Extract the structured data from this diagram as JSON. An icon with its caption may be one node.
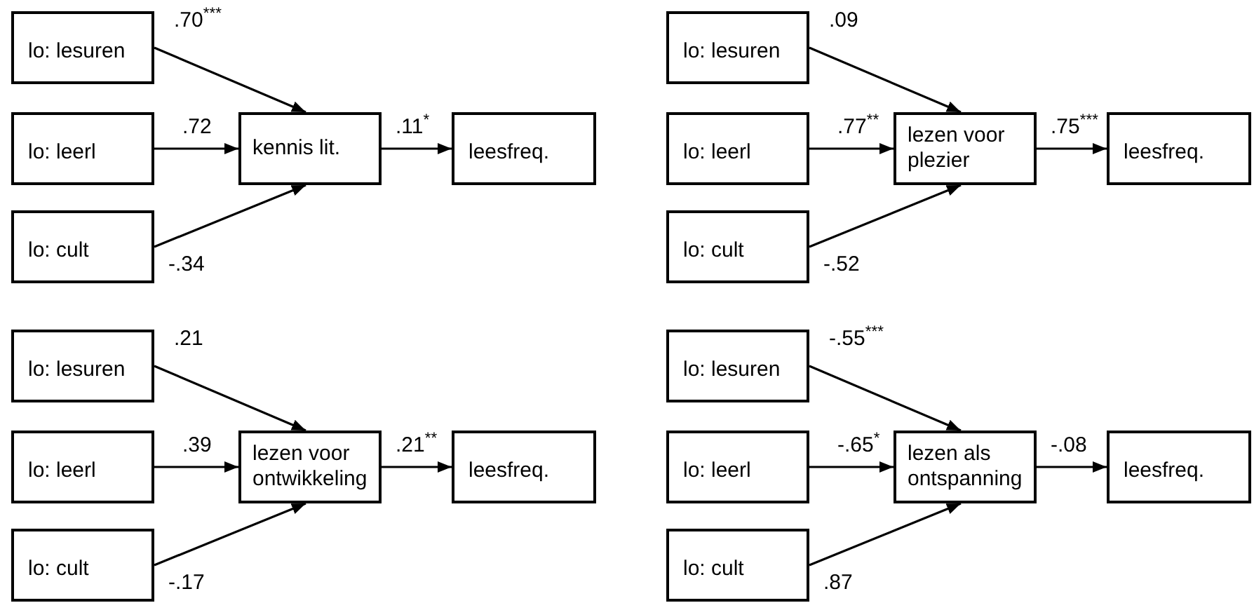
{
  "diagram": {
    "nodes": [
      {
        "text": [
          "lo: lesuren"
        ]
      },
      {
        "text": [
          "lo: leerl"
        ]
      },
      {
        "text": [
          "kennis lit."
        ]
      },
      {
        "text": [
          "leesfreq."
        ]
      },
      {
        "text": [
          "lo: cult"
        ]
      },
      {
        "text": [
          "lo: lesuren"
        ]
      },
      {
        "text": [
          "lo: leerl"
        ]
      },
      {
        "text": [
          "lezen voor plezier"
        ]
      },
      {
        "text": [
          "leesfreq."
        ]
      },
      {
        "text": [
          "lo: cult"
        ]
      },
      {
        "text": [
          "lo: lesuren"
        ]
      },
      {
        "text": [
          "lo: leerl"
        ]
      },
      {
        "text": [
          "lezen voor ontwikkeling"
        ]
      },
      {
        "text": [
          "leesfreq."
        ]
      },
      {
        "text": [
          "lo: cult"
        ]
      },
      {
        "text": [
          "lo: lesuren"
        ]
      },
      {
        "text": [
          "lo: leerl"
        ]
      },
      {
        "text": [
          "lezen als ontspanning"
        ]
      },
      {
        "text": [
          "leesfreq."
        ]
      },
      {
        "text": [
          "lo: cult"
        ]
      }
    ],
    "edges": [
      {
        "from": 0,
        "to": 2,
        "arrow": "to",
        "label": ".70$^{***}$"
      },
      {
        "from": 1,
        "to": 2,
        "arrow": "to",
        "label": ".72"
      },
      {
        "from": 4,
        "to": 2,
        "arrow": "to",
        "label": "-.34"
      },
      {
        "from": 2,
        "to": 3,
        "arrow": "to",
        "label": ".11$^{*}$"
      },
      {
        "from": 5,
        "to": 7,
        "arrow": "to",
        "label": ".09"
      },
      {
        "from": 6,
        "to": 7,
        "arrow": "to",
        "label": ".77$^{**}$"
      },
      {
        "from": 9,
        "to": 7,
        "arrow": "to",
        "label": "-.52"
      },
      {
        "from": 7,
        "to": 8,
        "arrow": "to",
        "label": ".75$^{***}$"
      },
      {
        "from": 10,
        "to": 12,
        "arrow": "to",
        "label": ".21"
      },
      {
        "from": 11,
        "to": 12,
        "arrow": "to",
        "label": ".39"
      },
      {
        "from": 14,
        "to": 12,
        "arrow": "to",
        "label": "-.17"
      },
      {
        "from": 12,
        "to": 13,
        "arrow": "to",
        "label": ".21$^{**}$"
      },
      {
        "from": 15,
        "to": 17,
        "arrow": "to",
        "label": "-.55$^{***}$"
      },
      {
        "from": 16,
        "to": 17,
        "arrow": "to",
        "label": "-.65$^{*}$"
      },
      {
        "from": 19,
        "to": 17,
        "arrow": "to",
        "label": ".87"
      },
      {
        "from": 17,
        "to": 18,
        "arrow": "to",
        "label": "-.08"
      }
    ]
  }
}
